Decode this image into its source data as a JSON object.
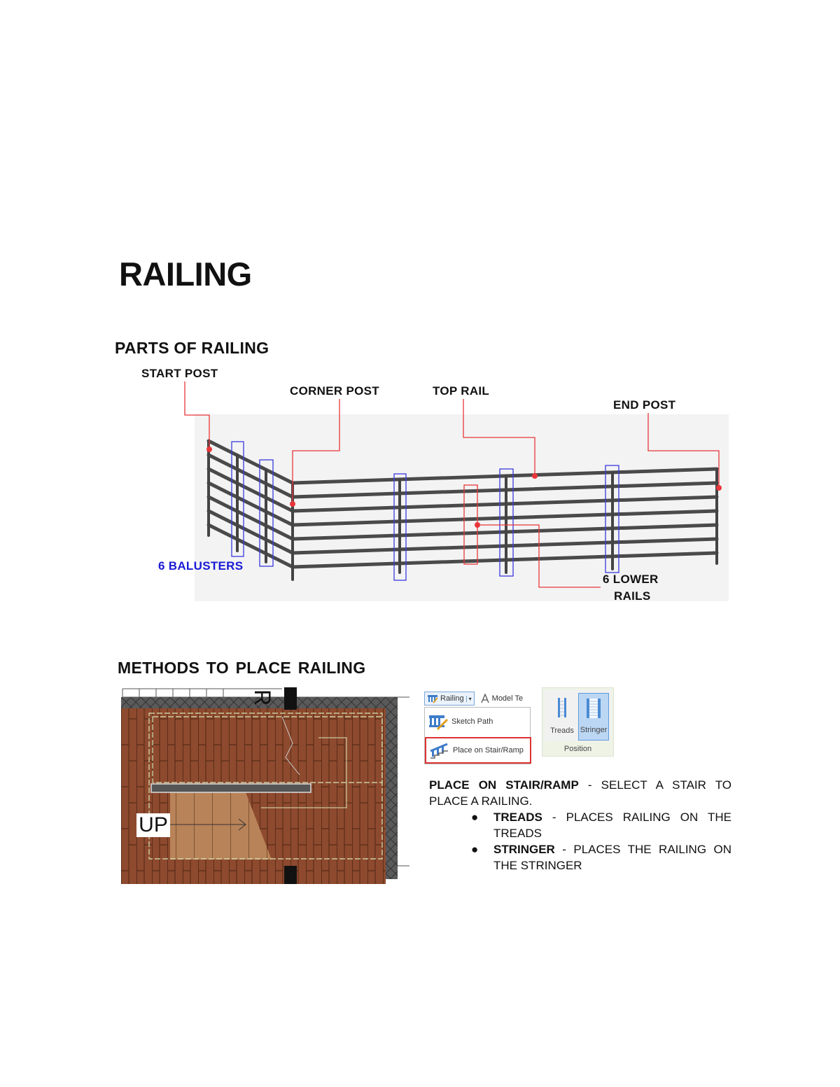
{
  "page": {
    "title": "RAILING"
  },
  "parts_section": {
    "heading": "PARTS OF RAILING",
    "labels": {
      "start_post": "START POST",
      "corner_post": "CORNER POST",
      "top_rail": "TOP RAIL",
      "end_post": "END POST",
      "balusters": "6 BALUSTERS",
      "lower_rails_line1": "6 LOWER",
      "lower_rails_line2": "RAILS"
    },
    "colors": {
      "leader": "#e8363a",
      "baluster_box": "#3a3ae0",
      "baluster_label": "#1a1ad6",
      "rail": "#4a4a4a",
      "diagram_bg": "#f3f3f3"
    }
  },
  "methods_section": {
    "heading": "METHODS TO PLACE RAILING",
    "plan": {
      "up_label": "UP",
      "marker_label": "R"
    },
    "ribbon": {
      "railing_button": "Railing",
      "model_text_button": "Model Te",
      "menu_items": [
        {
          "label": "Sketch Path",
          "icon": "sketch-path-icon",
          "selected": false
        },
        {
          "label": "Place on Stair/Ramp",
          "icon": "place-on-stair-icon",
          "selected": true
        }
      ]
    },
    "position_panel": {
      "title": "Position",
      "buttons": [
        {
          "label": "Treads",
          "active": false
        },
        {
          "label": "Stringer",
          "active": true
        }
      ]
    },
    "description": {
      "lead_bold": "PLACE ON STAIR/RAMP",
      "lead_text": " - SELECT A STAIR TO PLACE A RAILING.",
      "bullets": [
        {
          "term": "TREADS",
          "text": " - PLACES RAILING ON THE TREADS"
        },
        {
          "term": "STRINGER",
          "text": " - PLACES THE RAILING ON THE STRINGER"
        }
      ],
      "bullet_glyph": "●"
    }
  }
}
